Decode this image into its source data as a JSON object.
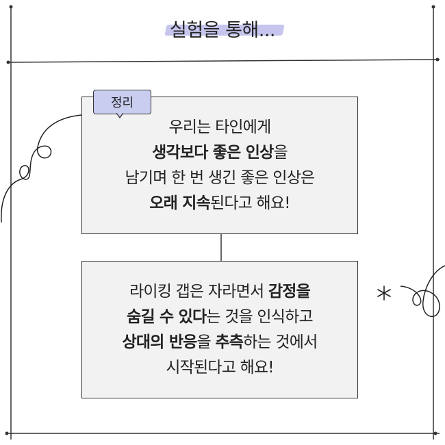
{
  "title": "실험을 통해...",
  "tag": "정리",
  "box1": {
    "l1": "우리는 타인에게",
    "l2_bold": "생각보다 좋은 인상",
    "l2_rest": "을",
    "l3": "남기며 한 번 생긴 좋은 인상은",
    "l4_bold": "오래 지속",
    "l4_rest": "된다고 해요!"
  },
  "box2": {
    "l1_a": "라이킹 갭은 자라면서 ",
    "l1_bold": "감정을",
    "l2_bold": "숨길 수 있다",
    "l2_rest": "는 것을 인식하고",
    "l3_bold1": "상대의 반응",
    "l3_mid": "을 ",
    "l3_bold2": "추측",
    "l3_rest": "하는 것에서",
    "l4": "시작된다고 해요!"
  },
  "colors": {
    "highlight": "#b7b6ea",
    "tag_bg": "#c9cdef",
    "box_bg": "#f2f2f2",
    "ink": "#222222"
  },
  "decorations": [
    "swirl-left-icon",
    "swirl-right-icon",
    "asterisk-icon"
  ]
}
